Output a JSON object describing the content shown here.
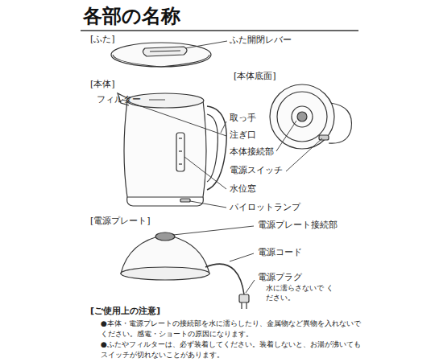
{
  "diagram": {
    "title": "各部の名称",
    "labels": [
      "[ふた]",
      "ふた開閉レバー",
      "[本体]",
      "フィルター",
      "[本体底面]",
      "取っ手",
      "注ぎ口",
      "本体接続部",
      "電源スイッチ",
      "水位窓",
      "パイロットランプ",
      "[電源プレート]",
      "電源プレート接続部",
      "電源コード",
      "電源プラグ",
      "水に濡らさないで ください。",
      "[ご使用上の注意]",
      "●本体・電源プレートの接続部を水に濡らしたり、金属物など異物を入れないで ください。感電・ショートの原因になります。",
      "●ふたやフィルターは、必ず装着してください。装着しないと、お湯が沸いても スイッチが切れないことがあります。"
    ]
  }
}
